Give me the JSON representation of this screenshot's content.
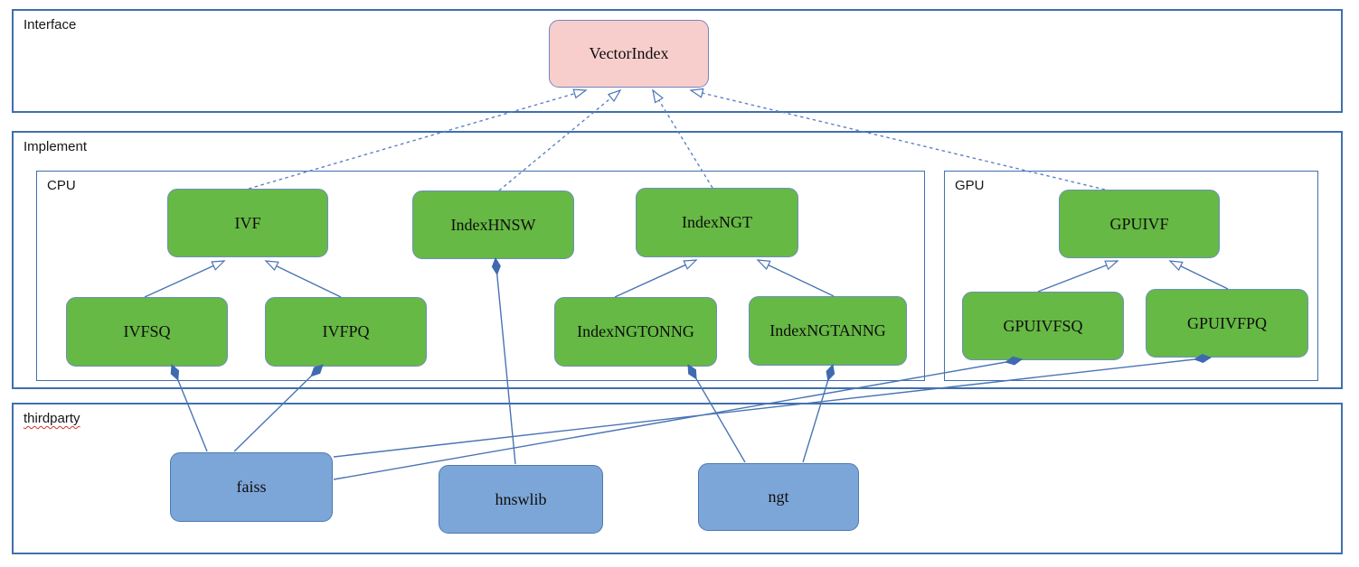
{
  "containers": {
    "interface": {
      "label": "Interface"
    },
    "implement": {
      "label": "Implement"
    },
    "cpu": {
      "label": "CPU"
    },
    "gpu": {
      "label": "GPU"
    },
    "thirdparty": {
      "label": "thirdparty"
    }
  },
  "nodes": {
    "vectorindex": {
      "label": "VectorIndex",
      "fill": "#f8cecc"
    },
    "ivf": {
      "label": "IVF",
      "fill": "#66b944"
    },
    "indexhnsw": {
      "label": "IndexHNSW",
      "fill": "#66b944"
    },
    "indexngt": {
      "label": "IndexNGT",
      "fill": "#66b944"
    },
    "gpuivf": {
      "label": "GPUIVF",
      "fill": "#66b944"
    },
    "ivfsq": {
      "label": "IVFSQ",
      "fill": "#66b944"
    },
    "ivfpq": {
      "label": "IVFPQ",
      "fill": "#66b944"
    },
    "indexngtonng": {
      "label": "IndexNGTONNG",
      "fill": "#66b944"
    },
    "indexngtanng": {
      "label": "IndexNGTANNG",
      "fill": "#66b944"
    },
    "gpuivfsq": {
      "label": "GPUIVFSQ",
      "fill": "#66b944"
    },
    "gpuivfpq": {
      "label": "GPUIVFPQ",
      "fill": "#66b944"
    },
    "faiss": {
      "label": "faiss",
      "fill": "#7da6d8"
    },
    "hnswlib": {
      "label": "hnswlib",
      "fill": "#7da6d8"
    },
    "ngt": {
      "label": "ngt",
      "fill": "#7da6d8"
    }
  },
  "edges": [
    {
      "from": "IVF",
      "to": "VectorIndex",
      "type": "realization"
    },
    {
      "from": "IndexHNSW",
      "to": "VectorIndex",
      "type": "realization"
    },
    {
      "from": "IndexNGT",
      "to": "VectorIndex",
      "type": "realization"
    },
    {
      "from": "GPUIVF",
      "to": "VectorIndex",
      "type": "realization"
    },
    {
      "from": "IVFSQ",
      "to": "IVF",
      "type": "inheritance"
    },
    {
      "from": "IVFPQ",
      "to": "IVF",
      "type": "inheritance"
    },
    {
      "from": "IndexNGTONNG",
      "to": "IndexNGT",
      "type": "inheritance"
    },
    {
      "from": "IndexNGTANNG",
      "to": "IndexNGT",
      "type": "inheritance"
    },
    {
      "from": "GPUIVFSQ",
      "to": "GPUIVF",
      "type": "inheritance"
    },
    {
      "from": "GPUIVFPQ",
      "to": "GPUIVF",
      "type": "inheritance"
    },
    {
      "from": "IVFSQ",
      "to": "faiss",
      "type": "composition"
    },
    {
      "from": "IVFPQ",
      "to": "faiss",
      "type": "composition"
    },
    {
      "from": "IndexHNSW",
      "to": "hnswlib",
      "type": "composition"
    },
    {
      "from": "IndexNGTONNG",
      "to": "ngt",
      "type": "composition"
    },
    {
      "from": "IndexNGTANNG",
      "to": "ngt",
      "type": "composition"
    },
    {
      "from": "GPUIVFSQ",
      "to": "faiss",
      "type": "composition"
    },
    {
      "from": "GPUIVFPQ",
      "to": "faiss",
      "type": "composition"
    }
  ],
  "colors": {
    "container_border": "#3f6fae",
    "connector": "#4a74b4",
    "connector_dashed": "#5b82c8",
    "node_green": "#66b944",
    "node_pink": "#f8cecc",
    "node_blue": "#7da6d8",
    "spellcheck_underline": "#d03030"
  }
}
